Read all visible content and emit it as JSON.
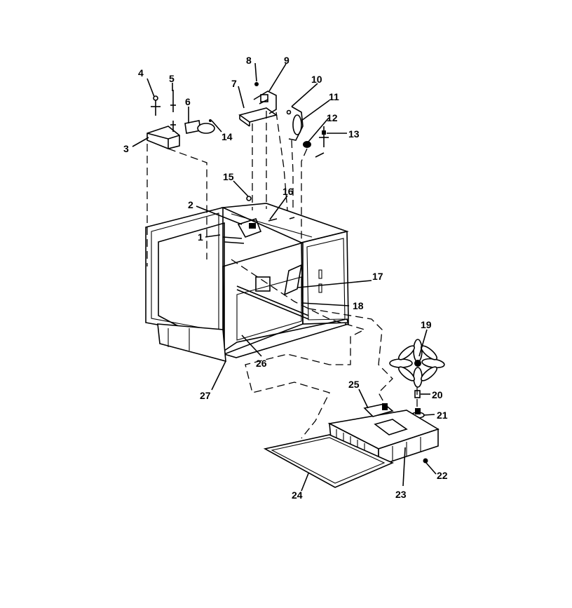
{
  "callouts": [
    {
      "num": "1"
    },
    {
      "num": "2"
    },
    {
      "num": "3"
    },
    {
      "num": "4"
    },
    {
      "num": "5"
    },
    {
      "num": "6"
    },
    {
      "num": "7"
    },
    {
      "num": "8"
    },
    {
      "num": "9"
    },
    {
      "num": "10"
    },
    {
      "num": "11"
    },
    {
      "num": "12"
    },
    {
      "num": "13"
    },
    {
      "num": "14"
    },
    {
      "num": "15"
    },
    {
      "num": "16"
    },
    {
      "num": "17"
    },
    {
      "num": "18"
    },
    {
      "num": "19"
    },
    {
      "num": "20"
    },
    {
      "num": "21"
    },
    {
      "num": "22"
    },
    {
      "num": "23"
    },
    {
      "num": "24"
    },
    {
      "num": "25"
    },
    {
      "num": "26"
    },
    {
      "num": "27"
    }
  ]
}
